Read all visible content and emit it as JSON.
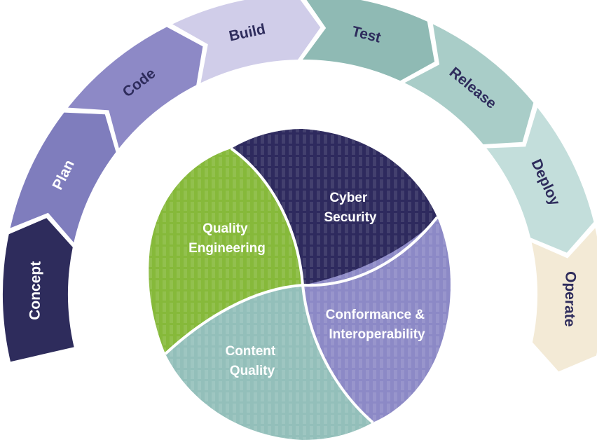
{
  "lifecycle": {
    "stages": [
      {
        "label": "Concept",
        "color": "#2e2c5c",
        "text_color": "#ffffff"
      },
      {
        "label": "Plan",
        "color": "#7f7dbd",
        "text_color": "#ffffff"
      },
      {
        "label": "Code",
        "color": "#8d89c6",
        "text_color": "#2e2c5c"
      },
      {
        "label": "Build",
        "color": "#d0cde9",
        "text_color": "#2e2c5c"
      },
      {
        "label": "Test",
        "color": "#8fbab4",
        "text_color": "#2e2c5c"
      },
      {
        "label": "Release",
        "color": "#a9cdc8",
        "text_color": "#2e2c5c"
      },
      {
        "label": "Deploy",
        "color": "#c3dedb",
        "text_color": "#2e2c5c"
      },
      {
        "label": "Operate",
        "color": "#f3ead6",
        "text_color": "#2e2c5c"
      }
    ]
  },
  "quadrants": {
    "quality_engineering": {
      "line1": "Quality",
      "line2": "Engineering",
      "color": "#86b93a"
    },
    "cyber_security": {
      "line1": "Cyber",
      "line2": "Security",
      "color": "#2e2a5e"
    },
    "conformance": {
      "line1": "Conformance &",
      "line2": "Interoperability",
      "color": "#8c89c6"
    },
    "content_quality": {
      "line1": "Content",
      "line2": "Quality",
      "color": "#93bfba"
    }
  }
}
